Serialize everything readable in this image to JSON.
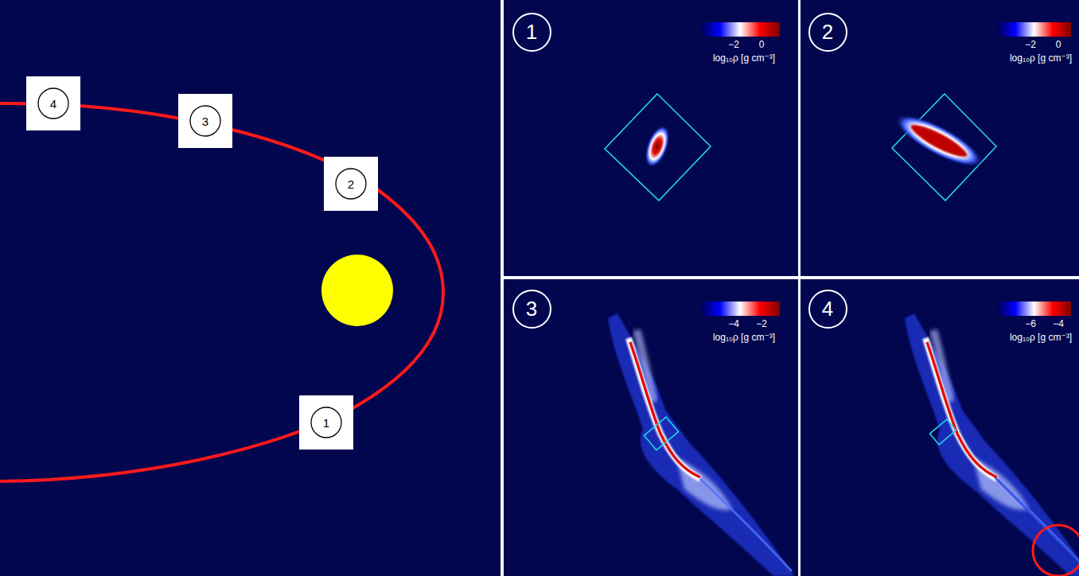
{
  "diagram": {
    "nodes": [
      {
        "text": [
          "4"
        ]
      },
      {
        "text": [
          "3"
        ]
      },
      {
        "text": [
          "2"
        ]
      },
      {
        "text": [
          "1"
        ]
      },
      {
        "text": [
          "1"
        ]
      },
      {
        "text": [
          "2"
        ]
      },
      {
        "text": [
          "3"
        ]
      },
      {
        "text": [
          "4"
        ]
      }
    ],
    "labels": [
      "−2",
      "0",
      "log₁₀ρ [g cm⁻³]",
      "−2",
      "0",
      "log₁₀ρ [g cm⁻³]",
      "−4",
      "−2",
      "log₁₀ρ [g cm⁻³]",
      "−6",
      "−4",
      "log₁₀ρ [g cm⁻³]"
    ]
  }
}
